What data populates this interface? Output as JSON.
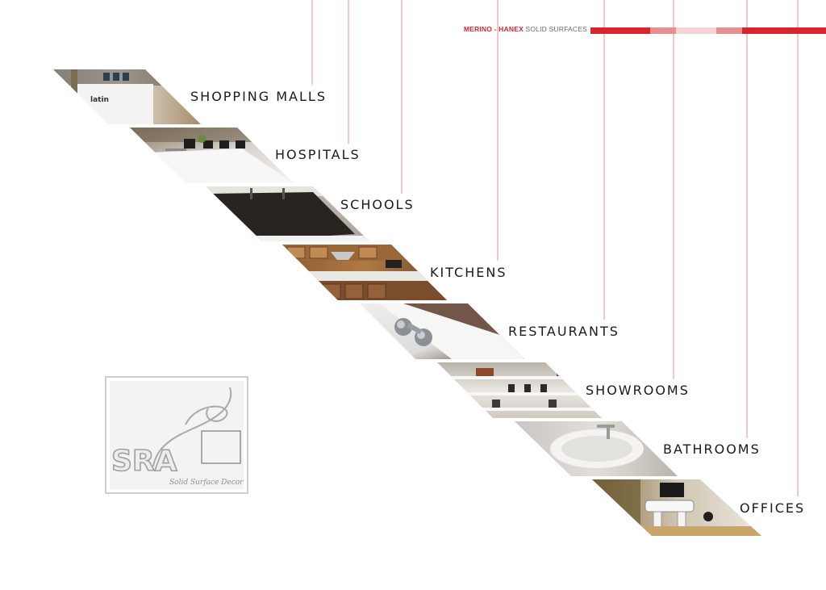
{
  "header": {
    "brand": "MERINO - HANEX",
    "suffix": "SOLID SURFACES",
    "bar_colors": [
      "#d7262e",
      "#e58f90",
      "#f4d3d4",
      "#e58f90",
      "#d7262e"
    ]
  },
  "sectors": [
    {
      "label": "SHOPPING MALLS",
      "photo": "reception-counter"
    },
    {
      "label": "HOSPITALS",
      "photo": "hospital-desk"
    },
    {
      "label": "SCHOOLS",
      "photo": "school-counter"
    },
    {
      "label": "KITCHENS",
      "photo": "kitchen"
    },
    {
      "label": "RESTAURANTS",
      "photo": "restaurant-counter"
    },
    {
      "label": "SHOWROOMS",
      "photo": "showroom-shelves"
    },
    {
      "label": "BATHROOMS",
      "photo": "bathroom-basin"
    },
    {
      "label": "OFFICES",
      "photo": "office-furniture"
    }
  ],
  "logo": {
    "name": "SRA",
    "tagline": "Solid Surface Decor"
  },
  "colors": {
    "accent_red": "#d7262e",
    "guide_line": "#e88f98",
    "label_text": "#1a1a1a"
  }
}
